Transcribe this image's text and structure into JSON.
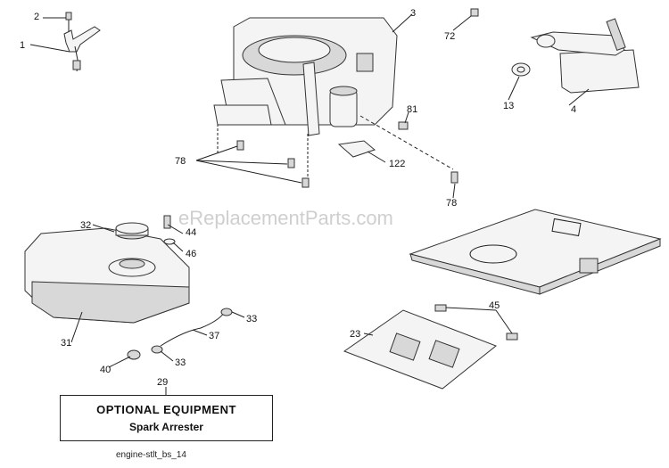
{
  "watermark": "eReplacementParts.com",
  "callouts": {
    "c1": "1",
    "c2": "2",
    "c3": "3",
    "c4": "4",
    "c13": "13",
    "c23": "23",
    "c29": "29",
    "c31": "31",
    "c32": "32",
    "c33a": "33",
    "c33b": "33",
    "c37": "37",
    "c40": "40",
    "c44": "44",
    "c45": "45",
    "c46": "46",
    "c72": "72",
    "c78a": "78",
    "c78b": "78",
    "c81": "81",
    "c122": "122"
  },
  "optional_box": {
    "title": "OPTIONAL EQUIPMENT",
    "subtitle": "Spark Arrester"
  },
  "footer_caption": "engine-stlt_bs_14"
}
